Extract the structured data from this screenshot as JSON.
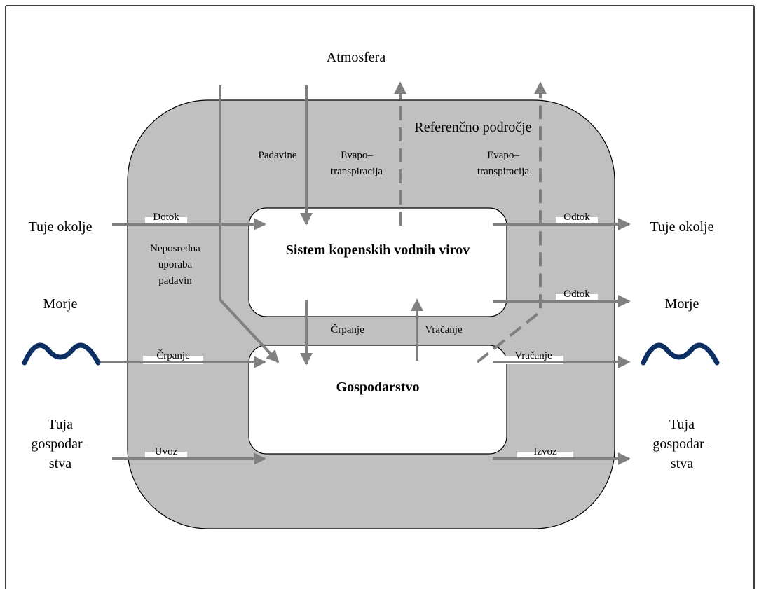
{
  "colors": {
    "region_fill": "#c0c0c0",
    "arrow": "#808080",
    "wave": "#0b2f63",
    "frame": "#000000"
  },
  "labels": {
    "atmosfera": "Atmosfera",
    "referencno": "Referenčno področje",
    "sistem": "Sistem kopenskih vodnih virov",
    "gospodarstvo": "Gospodarstvo",
    "padavine": "Padavine",
    "evapo1": [
      "Evapo–",
      "transpiracija"
    ],
    "evapo2": [
      "Evapo–",
      "transpiracija"
    ],
    "neposredna": [
      "Neposredna",
      "uporaba",
      "padavin"
    ],
    "dotok": "Dotok",
    "odtok1": "Odtok",
    "odtok2": "Odtok",
    "crpanje_in": "Črpanje",
    "crpanje_mid": "Črpanje",
    "vracanje_mid": "Vračanje",
    "vracanje_out": "Vračanje",
    "uvoz": "Uvoz",
    "izvoz": "Izvoz",
    "tuje_okolje_left": "Tuje okolje",
    "tuje_okolje_right": "Tuje okolje",
    "morje_left": "Morje",
    "morje_right": "Morje",
    "tuja_left": [
      "Tuja",
      "gospodar–",
      "stva"
    ],
    "tuja_right": [
      "Tuja",
      "gospodar–",
      "stva"
    ]
  }
}
